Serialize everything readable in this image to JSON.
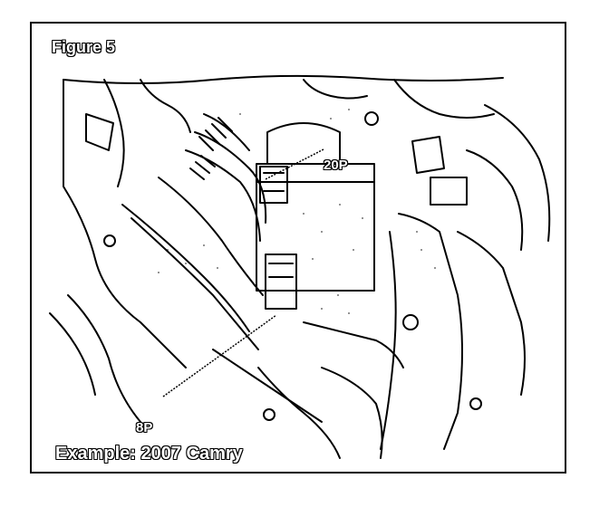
{
  "figure": {
    "title": "Figure 5",
    "caption": "Example: 2007 Camry"
  },
  "callouts": {
    "connector_20p": "20P",
    "connector_8p": "8P"
  }
}
